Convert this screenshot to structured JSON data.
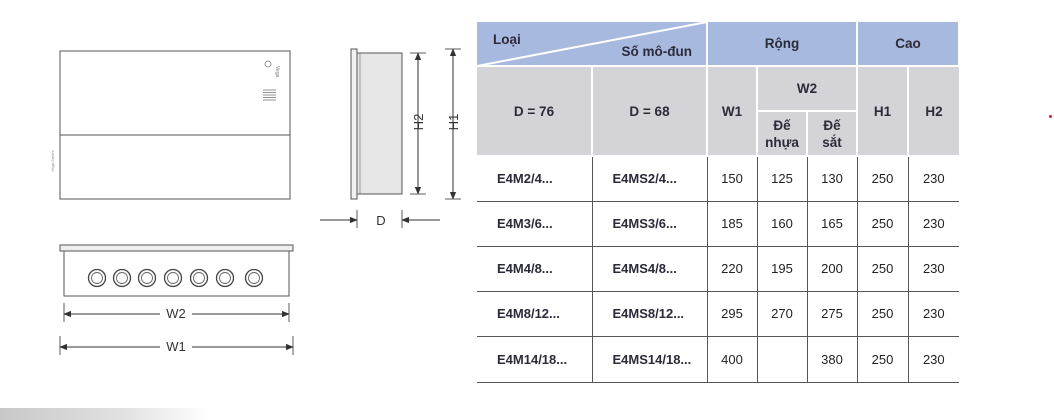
{
  "drawing": {
    "labels": {
      "h2": "H2",
      "h1": "H1",
      "d": "D",
      "w2": "W2",
      "w1": "W1"
    },
    "brand_mark": "Vega",
    "front_tiny_text": "Vega Series"
  },
  "table": {
    "header": {
      "loai": "Loại",
      "so_mo_dun": "Số mô-đun",
      "rong": "Rộng",
      "cao": "Cao",
      "d76": "D = 76",
      "d68": "D = 68",
      "w1": "W1",
      "w2": "W2",
      "de_nhua": "Đế nhựa",
      "de_sat": "Đế sắt",
      "h1": "H1",
      "h2": "H2"
    },
    "rows": [
      {
        "d76": "E4M2/4...",
        "d68": "E4MS2/4...",
        "w1": "150",
        "nhua": "125",
        "sat": "130",
        "h1": "250",
        "h2": "230"
      },
      {
        "d76": "E4M3/6...",
        "d68": "E4MS3/6...",
        "w1": "185",
        "nhua": "160",
        "sat": "165",
        "h1": "250",
        "h2": "230"
      },
      {
        "d76": "E4M4/8...",
        "d68": "E4MS4/8...",
        "w1": "220",
        "nhua": "195",
        "sat": "200",
        "h1": "250",
        "h2": "230"
      },
      {
        "d76": "E4M8/12...",
        "d68": "E4MS8/12...",
        "w1": "295",
        "nhua": "270",
        "sat": "275",
        "h1": "250",
        "h2": "230"
      },
      {
        "d76": "E4M14/18...",
        "d68": "E4MS14/18...",
        "w1": "400",
        "nhua": "",
        "sat": "380",
        "h1": "250",
        "h2": "230"
      }
    ]
  },
  "colors": {
    "header_blue": "#a8b9e0",
    "header_grey": "#d4d4d8",
    "accent_dot": "#e0202c"
  }
}
